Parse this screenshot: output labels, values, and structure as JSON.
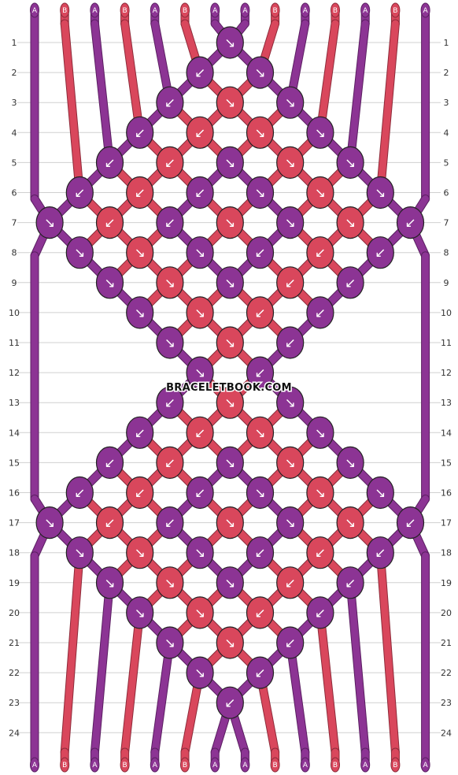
{
  "colors": {
    "A": "#8c3494",
    "B": "#d9475c"
  },
  "strings_top": [
    "A",
    "B",
    "A",
    "B",
    "A",
    "B",
    "A",
    "A",
    "B",
    "A",
    "B",
    "A",
    "B",
    "A"
  ],
  "strings_bottom": [
    "A",
    "B",
    "A",
    "B",
    "A",
    "B",
    "A",
    "A",
    "B",
    "A",
    "B",
    "A",
    "B",
    "A"
  ],
  "rows": [
    "1",
    "2",
    "3",
    "4",
    "5",
    "6",
    "7",
    "8",
    "9",
    "10",
    "11",
    "12",
    "13",
    "14",
    "15",
    "16",
    "17",
    "18",
    "19",
    "20",
    "21",
    "22",
    "23",
    "24"
  ],
  "watermark": "BRACELETBOOK.COM",
  "knots": [
    [
      {
        "c": "A",
        "d": "↘"
      }
    ],
    [
      {
        "c": "A",
        "d": "↙"
      },
      {
        "c": "A",
        "d": "↘"
      }
    ],
    [
      {
        "c": "A",
        "d": "↙"
      },
      {
        "c": "B",
        "d": "↘"
      },
      {
        "c": "A",
        "d": "↘"
      }
    ],
    [
      {
        "c": "A",
        "d": "↙"
      },
      {
        "c": "B",
        "d": "↙"
      },
      {
        "c": "B",
        "d": "↘"
      },
      {
        "c": "A",
        "d": "↘"
      }
    ],
    [
      {
        "c": "A",
        "d": "↙"
      },
      {
        "c": "B",
        "d": "↙"
      },
      {
        "c": "A",
        "d": "↘"
      },
      {
        "c": "B",
        "d": "↘"
      },
      {
        "c": "A",
        "d": "↘"
      }
    ],
    [
      {
        "c": "A",
        "d": "↙"
      },
      {
        "c": "B",
        "d": "↙"
      },
      {
        "c": "A",
        "d": "↙"
      },
      {
        "c": "A",
        "d": "↘"
      },
      {
        "c": "B",
        "d": "↘"
      },
      {
        "c": "A",
        "d": "↘"
      }
    ],
    [
      {
        "c": "A",
        "d": "↘"
      },
      {
        "c": "B",
        "d": "↙"
      },
      {
        "c": "A",
        "d": "↙"
      },
      {
        "c": "B",
        "d": "↘"
      },
      {
        "c": "A",
        "d": "↘"
      },
      {
        "c": "B",
        "d": "↘"
      },
      {
        "c": "A",
        "d": "↙"
      }
    ],
    [
      {
        "c": "A",
        "d": "↘"
      },
      {
        "c": "B",
        "d": "↘"
      },
      {
        "c": "A",
        "d": "↘"
      },
      {
        "c": "A",
        "d": "↙"
      },
      {
        "c": "B",
        "d": "↙"
      },
      {
        "c": "A",
        "d": "↙"
      }
    ],
    [
      {
        "c": "A",
        "d": "↘"
      },
      {
        "c": "B",
        "d": "↘"
      },
      {
        "c": "A",
        "d": "↘"
      },
      {
        "c": "B",
        "d": "↙"
      },
      {
        "c": "A",
        "d": "↙"
      }
    ],
    [
      {
        "c": "A",
        "d": "↘"
      },
      {
        "c": "B",
        "d": "↘"
      },
      {
        "c": "B",
        "d": "↙"
      },
      {
        "c": "A",
        "d": "↙"
      }
    ],
    [
      {
        "c": "A",
        "d": "↘"
      },
      {
        "c": "B",
        "d": "↘"
      },
      {
        "c": "A",
        "d": "↙"
      }
    ],
    [
      {
        "c": "A",
        "d": "↘"
      },
      {
        "c": "A",
        "d": "↙"
      }
    ],
    [
      {
        "c": "A",
        "d": "↙"
      },
      {
        "c": "B",
        "d": "↘"
      },
      {
        "c": "A",
        "d": "↘"
      }
    ],
    [
      {
        "c": "A",
        "d": "↙"
      },
      {
        "c": "B",
        "d": "↙"
      },
      {
        "c": "B",
        "d": "↘"
      },
      {
        "c": "A",
        "d": "↘"
      }
    ],
    [
      {
        "c": "A",
        "d": "↙"
      },
      {
        "c": "B",
        "d": "↙"
      },
      {
        "c": "A",
        "d": "↘"
      },
      {
        "c": "B",
        "d": "↘"
      },
      {
        "c": "A",
        "d": "↘"
      }
    ],
    [
      {
        "c": "A",
        "d": "↙"
      },
      {
        "c": "B",
        "d": "↙"
      },
      {
        "c": "A",
        "d": "↙"
      },
      {
        "c": "A",
        "d": "↘"
      },
      {
        "c": "B",
        "d": "↘"
      },
      {
        "c": "A",
        "d": "↘"
      }
    ],
    [
      {
        "c": "A",
        "d": "↘"
      },
      {
        "c": "B",
        "d": "↙"
      },
      {
        "c": "A",
        "d": "↙"
      },
      {
        "c": "B",
        "d": "↘"
      },
      {
        "c": "A",
        "d": "↘"
      },
      {
        "c": "B",
        "d": "↘"
      },
      {
        "c": "A",
        "d": "↙"
      }
    ],
    [
      {
        "c": "A",
        "d": "↘"
      },
      {
        "c": "B",
        "d": "↘"
      },
      {
        "c": "A",
        "d": "↘"
      },
      {
        "c": "A",
        "d": "↙"
      },
      {
        "c": "B",
        "d": "↙"
      },
      {
        "c": "A",
        "d": "↙"
      }
    ],
    [
      {
        "c": "A",
        "d": "↘"
      },
      {
        "c": "B",
        "d": "↘"
      },
      {
        "c": "A",
        "d": "↘"
      },
      {
        "c": "B",
        "d": "↙"
      },
      {
        "c": "A",
        "d": "↙"
      }
    ],
    [
      {
        "c": "A",
        "d": "↘"
      },
      {
        "c": "B",
        "d": "↘"
      },
      {
        "c": "B",
        "d": "↙"
      },
      {
        "c": "A",
        "d": "↙"
      }
    ],
    [
      {
        "c": "A",
        "d": "↘"
      },
      {
        "c": "B",
        "d": "↘"
      },
      {
        "c": "A",
        "d": "↙"
      }
    ],
    [
      {
        "c": "A",
        "d": "↘"
      },
      {
        "c": "A",
        "d": "↙"
      }
    ],
    [
      {
        "c": "A",
        "d": "↙"
      }
    ],
    []
  ],
  "interior_diamonds": [
    [
      "B",
      "A",
      "A",
      "B"
    ],
    [
      "B",
      "B",
      "A",
      "B",
      "B"
    ],
    [
      "A",
      "B",
      "A",
      "A",
      "B",
      "A"
    ],
    [
      "B",
      "A",
      "B",
      "A",
      "B"
    ],
    [
      "A",
      "B",
      "B",
      "A"
    ],
    [
      "B",
      "A",
      "B"
    ],
    [
      "B",
      "B"
    ],
    [
      "A"
    ]
  ]
}
